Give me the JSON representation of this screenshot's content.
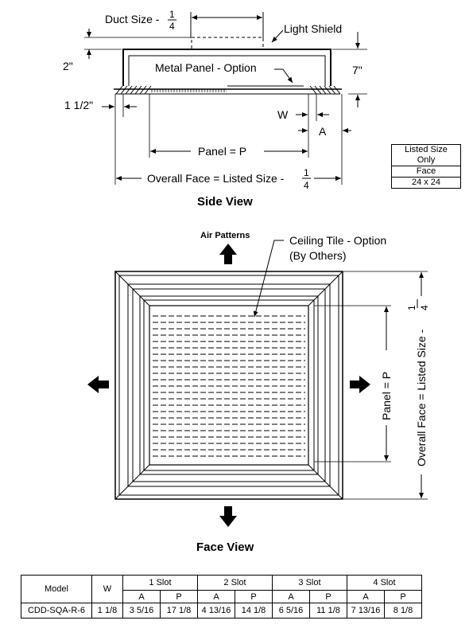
{
  "side_view": {
    "title": "Side View",
    "duct_size_label": "Duct Size - ",
    "duct_frac_num": "1",
    "duct_frac_den": "4",
    "light_shield": "Light Shield",
    "metal_panel": "Metal Panel - Option",
    "dim_2in": "2\"",
    "dim_7in": "7\"",
    "dim_1half": "1 1/2\"",
    "label_w": "W",
    "label_a": "A",
    "panel_p": "Panel = P",
    "overall_face": "Overall Face = Listed Size - ",
    "overall_frac_num": "1",
    "overall_frac_den": "4"
  },
  "spec_box": {
    "rows": [
      "Listed Size",
      "Only",
      "Face",
      "24 x 24"
    ]
  },
  "face_view": {
    "title": "Face View",
    "air_patterns": "Air Patterns",
    "ceiling_tile_line1": "Ceiling Tile - Option",
    "ceiling_tile_line2": "(By Others)",
    "panel_p": "Panel = P",
    "overall_face": "Overall Face = Listed Size - ",
    "overall_frac_num": "1",
    "overall_frac_den": "4"
  },
  "model_table": {
    "header_model": "Model",
    "header_w": "W",
    "slot_headers": [
      "1 Slot",
      "2 Slot",
      "3 Slot",
      "4 Slot"
    ],
    "sub_a": "A",
    "sub_p": "P",
    "rows": [
      {
        "model": "CDD-SQA-R-6",
        "w": "1 1/8",
        "values": [
          "3 5/16",
          "17 1/8",
          "4 13/16",
          "14 1/8",
          "6 5/16",
          "11 1/8",
          "7 13/16",
          "8 1/8"
        ]
      }
    ]
  }
}
